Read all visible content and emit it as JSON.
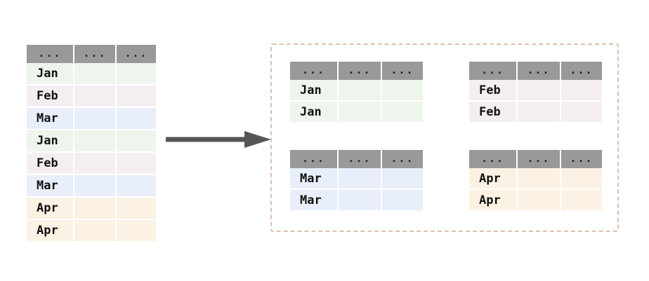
{
  "diagram": {
    "arrow": {
      "name": "transform-arrow",
      "color": "#555555",
      "direction": "right"
    },
    "header_placeholder": "...",
    "month_colors": {
      "Jan": "#eef5ec",
      "Feb": "#f5eef0",
      "Mar": "#e8eefa",
      "Apr": "#fbf2e4"
    },
    "header_bg": "#999999",
    "container_border_color": "#d9c2b2"
  },
  "source_table": {
    "name": "source-table",
    "columns": [
      "...",
      "...",
      "..."
    ],
    "rows": [
      {
        "label": "Jan",
        "cells": [
          "Jan",
          "",
          ""
        ],
        "color_key": "Jan"
      },
      {
        "label": "Feb",
        "cells": [
          "Feb",
          "",
          ""
        ],
        "color_key": "Feb"
      },
      {
        "label": "Mar",
        "cells": [
          "Mar",
          "",
          ""
        ],
        "color_key": "Mar"
      },
      {
        "label": "Jan",
        "cells": [
          "Jan",
          "",
          ""
        ],
        "color_key": "Jan"
      },
      {
        "label": "Feb",
        "cells": [
          "Feb",
          "",
          ""
        ],
        "color_key": "Feb"
      },
      {
        "label": "Mar",
        "cells": [
          "Mar",
          "",
          ""
        ],
        "color_key": "Mar"
      },
      {
        "label": "Apr",
        "cells": [
          "Apr",
          "",
          ""
        ],
        "color_key": "Apr"
      },
      {
        "label": "Apr",
        "cells": [
          "Apr",
          "",
          ""
        ],
        "color_key": "Apr"
      }
    ]
  },
  "groups": [
    {
      "name": "group-table-jan",
      "key": "Jan",
      "columns": [
        "...",
        "...",
        "..."
      ],
      "rows": [
        {
          "label": "Jan",
          "cells": [
            "Jan",
            "",
            ""
          ]
        },
        {
          "label": "Jan",
          "cells": [
            "Jan",
            "",
            ""
          ]
        }
      ]
    },
    {
      "name": "group-table-feb",
      "key": "Feb",
      "columns": [
        "...",
        "...",
        "..."
      ],
      "rows": [
        {
          "label": "Feb",
          "cells": [
            "Feb",
            "",
            ""
          ]
        },
        {
          "label": "Feb",
          "cells": [
            "Feb",
            "",
            ""
          ]
        }
      ]
    },
    {
      "name": "group-table-mar",
      "key": "Mar",
      "columns": [
        "...",
        "...",
        "..."
      ],
      "rows": [
        {
          "label": "Mar",
          "cells": [
            "Mar",
            "",
            ""
          ]
        },
        {
          "label": "Mar",
          "cells": [
            "Mar",
            "",
            ""
          ]
        }
      ]
    },
    {
      "name": "group-table-apr",
      "key": "Apr",
      "columns": [
        "...",
        "...",
        "..."
      ],
      "rows": [
        {
          "label": "Apr",
          "cells": [
            "Apr",
            "",
            ""
          ]
        },
        {
          "label": "Apr",
          "cells": [
            "Apr",
            "",
            ""
          ]
        }
      ]
    }
  ]
}
